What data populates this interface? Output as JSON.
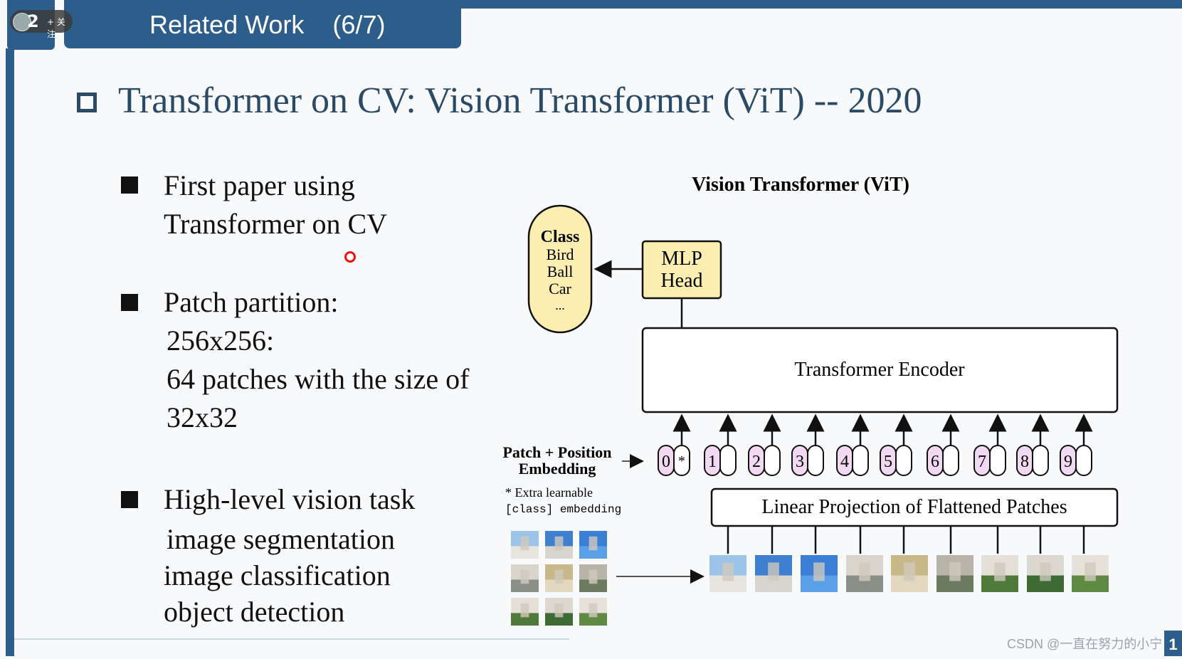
{
  "header": {
    "slide_number": "2",
    "title": "Related Work    (6/7)",
    "follow_label": "+ 关注"
  },
  "heading": "Transformer on CV: Vision Transformer (ViT) -- 2020",
  "bullets": [
    {
      "lines": [
        "First paper using",
        "Transformer on CV"
      ]
    },
    {
      "lines": [
        "Patch partition:",
        "256x256:",
        "64 patches with the size of",
        "32x32"
      ]
    },
    {
      "lines": [
        "High-level vision task",
        "image segmentation",
        "image classification",
        "object detection"
      ]
    }
  ],
  "diagram": {
    "title": "Vision Transformer (ViT)",
    "class_box": {
      "heading": "Class",
      "items": [
        "Bird",
        "Ball",
        "Car",
        "..."
      ]
    },
    "mlp_head": [
      "MLP",
      "Head"
    ],
    "encoder_label": "Transformer Encoder",
    "projection_label": "Linear Projection of Flattened Patches",
    "embedding_label": [
      "Patch + Position",
      "Embedding"
    ],
    "extra_note": [
      "* Extra learnable",
      "[class] embedding"
    ],
    "position_tokens": [
      "0",
      "1",
      "2",
      "3",
      "4",
      "5",
      "6",
      "7",
      "8",
      "9"
    ],
    "class_token_symbol": "*"
  },
  "watermark": "CSDN @一直在努力的小宁",
  "corner_number": "1",
  "colors": {
    "header_bg": "#2d5d8a",
    "heading_text": "#2b4a66",
    "class_fill": "#fbeeb0",
    "token_fill": "#f1d9f1"
  }
}
